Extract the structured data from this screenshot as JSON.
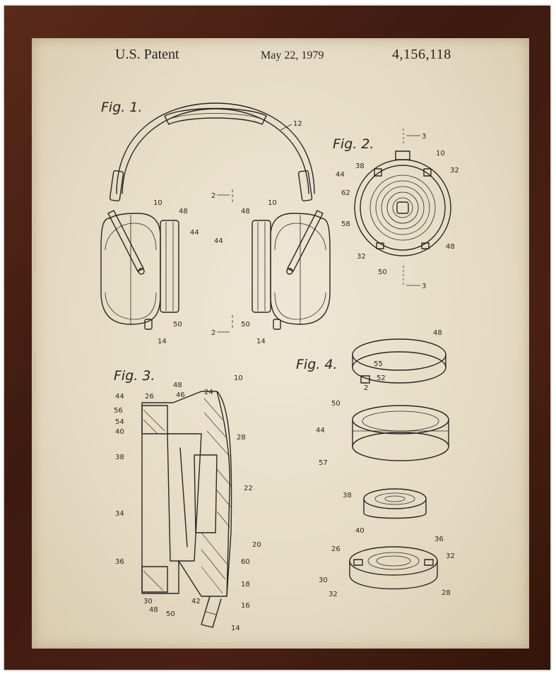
{
  "header": {
    "left": "U.S. Patent",
    "date": "May 22, 1979",
    "number": "4,156,118"
  },
  "figures": {
    "fig1": "Fig. 1.",
    "fig2": "Fig. 2.",
    "fig3": "Fig. 3.",
    "fig4": "Fig. 4."
  },
  "labels": {
    "f1_12": "12",
    "f1_10a": "10",
    "f1_48a": "48",
    "f1_44a": "44",
    "f1_50a": "50",
    "f1_14a": "14",
    "f1_2a": "2",
    "f1_2b": "2",
    "f1_48b": "48",
    "f1_10b": "10",
    "f1_44b": "44",
    "f1_50b": "50",
    "f1_14b": "14",
    "f2_3a": "3",
    "f2_10": "10",
    "f2_38": "38",
    "f2_32a": "32",
    "f2_44": "44",
    "f2_62": "62",
    "f2_58": "58",
    "f2_48": "48",
    "f2_32b": "32",
    "f2_50": "50",
    "f2_3b": "3",
    "f3_48": "48",
    "f3_24": "24",
    "f3_10": "10",
    "f3_44": "44",
    "f3_26": "26",
    "f3_46": "46",
    "f3_56": "56",
    "f3_54": "54",
    "f3_40": "40",
    "f3_28": "28",
    "f3_38": "38",
    "f3_22": "22",
    "f3_34": "34",
    "f3_20": "20",
    "f3_36": "36",
    "f3_60": "60",
    "f3_18": "18",
    "f3_30": "30",
    "f3_48b": "48",
    "f3_42": "42",
    "f3_50": "50",
    "f3_16": "16",
    "f3_14": "14",
    "f4_48": "48",
    "f4_55": "55",
    "f4_52": "52",
    "f4_2": "2",
    "f4_50": "50",
    "f4_44": "44",
    "f4_57": "57",
    "f4_38": "38",
    "f4_40": "40",
    "f4_36": "36",
    "f4_26": "26",
    "f4_32a": "32",
    "f4_30": "30",
    "f4_32b": "32",
    "f4_28": "28"
  }
}
